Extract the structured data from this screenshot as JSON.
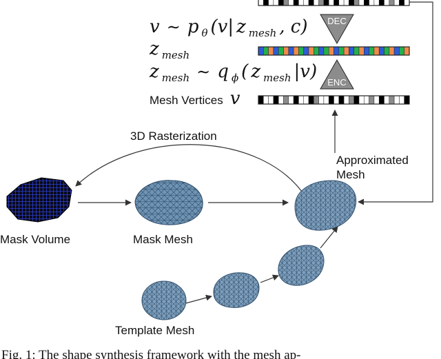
{
  "labels": {
    "dec": "DEC",
    "enc": "ENC",
    "z_mesh": "z",
    "z_mesh_sub": "mesh",
    "mesh_vertices": "Mesh Vertices",
    "mesh_vertices_v": "v",
    "rasterization": "3D Rasterization",
    "approx_line1": "Approximated",
    "approx_line2": "Mesh",
    "mask_volume": "Mask Volume",
    "mask_mesh": "Mask Mesh",
    "template_mesh": "Template Mesh"
  },
  "equations": {
    "decoder": {
      "lhs": "v",
      "tilde": "∼",
      "p": "p",
      "theta": "θ",
      "open": "(v|",
      "z": "z",
      "sub": "mesh",
      "close": ", c)"
    },
    "encoder": {
      "z": "z",
      "sub": "mesh",
      "tilde": "∼",
      "q": "q",
      "phi": "ϕ",
      "open": "(",
      "z2": "z",
      "sub2": "mesh",
      "close": "|v)"
    }
  },
  "caption": "Fig.   1: The shape synthesis framework with the mesh ap-",
  "colors": {
    "triangle": "#8c8c8c",
    "latent_cells": [
      "#2e5bd6",
      "#22b14c",
      "#f08a4b",
      "#2e5bd6",
      "#22b14c",
      "#f08a4b",
      "#2e5bd6",
      "#f08a4b",
      "#22b14c",
      "#2e5bd6",
      "#f08a4b",
      "#22b14c",
      "#2e5bd6",
      "#22b14c",
      "#f08a4b",
      "#2e5bd6",
      "#22b14c",
      "#f08a4b",
      "#2e5bd6",
      "#22b14c",
      "#f08a4b",
      "#2e5bd6",
      "#22b14c",
      "#f08a4b",
      "#2e5bd6",
      "#22b14c",
      "#f08a4b",
      "#2e5bd6",
      "#22b14c",
      "#f08a4b"
    ],
    "vertex_cells": [
      "#000000",
      "#ffffff",
      "#ffffff",
      "#000000",
      "#ffffff",
      "#8c8c8c",
      "#ffffff",
      "#000000",
      "#ffffff",
      "#ffffff",
      "#000000",
      "#8c8c8c",
      "#ffffff",
      "#ffffff",
      "#000000",
      "#ffffff",
      "#000000",
      "#ffffff",
      "#8c8c8c",
      "#000000",
      "#ffffff",
      "#ffffff",
      "#8c8c8c",
      "#ffffff",
      "#000000",
      "#ffffff",
      "#8c8c8c",
      "#ffffff",
      "#ffffff",
      "#000000"
    ],
    "top_cells": [
      "#ffffff",
      "#000000",
      "#ffffff",
      "#ffffff",
      "#000000",
      "#8c8c8c",
      "#ffffff",
      "#000000",
      "#ffffff",
      "#ffffff",
      "#000000",
      "#ffffff",
      "#8c8c8c",
      "#000000",
      "#ffffff",
      "#000000",
      "#ffffff",
      "#ffffff",
      "#000000",
      "#8c8c8c",
      "#ffffff",
      "#000000",
      "#ffffff",
      "#ffffff",
      "#000000",
      "#ffffff",
      "#8c8c8c",
      "#ffffff",
      "#000000",
      "#ffffff"
    ]
  },
  "icons": [
    "mask-volume-icon",
    "mask-mesh-icon",
    "approximated-mesh-icon",
    "template-mesh-icon",
    "deformed-mesh-1-icon",
    "deformed-mesh-2-icon"
  ]
}
